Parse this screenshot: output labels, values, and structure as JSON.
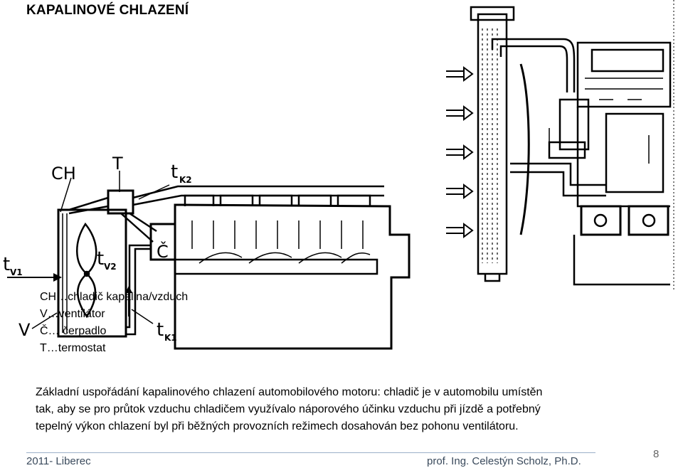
{
  "title": "KAPALINOVÉ  CHLAZENÍ",
  "diagram_left": {
    "labels": {
      "ch": "CH",
      "t": "T",
      "tk2_main": "t",
      "tk2_sub": "K2",
      "c": "Č",
      "tv1_main": "t",
      "tv1_sub": "V1",
      "tv2_main": "t",
      "tv2_sub": "V2",
      "tk1_main": "t",
      "tk1_sub": "K1",
      "v": "V"
    }
  },
  "legend": [
    "CH…chladič kapalina/vzduch",
    "V…ventilátor",
    "Č… čerpadlo",
    "T…termostat"
  ],
  "description": [
    "Základní uspořádání kapalinového chlazení automobilového motoru: chladič je v automobilu umístěn",
    "tak, aby se pro průtok vzduchu chladičem využívalo náporového účinku vzduchu při jízdě a potřebný",
    "tepelný výkon chlazení byl při běžných provozních režimech dosahován bez pohonu ventilátoru."
  ],
  "footer": {
    "left": "2011- Liberec",
    "author": "prof. Ing. Celestýn Scholz, Ph.D.",
    "page": "8"
  }
}
